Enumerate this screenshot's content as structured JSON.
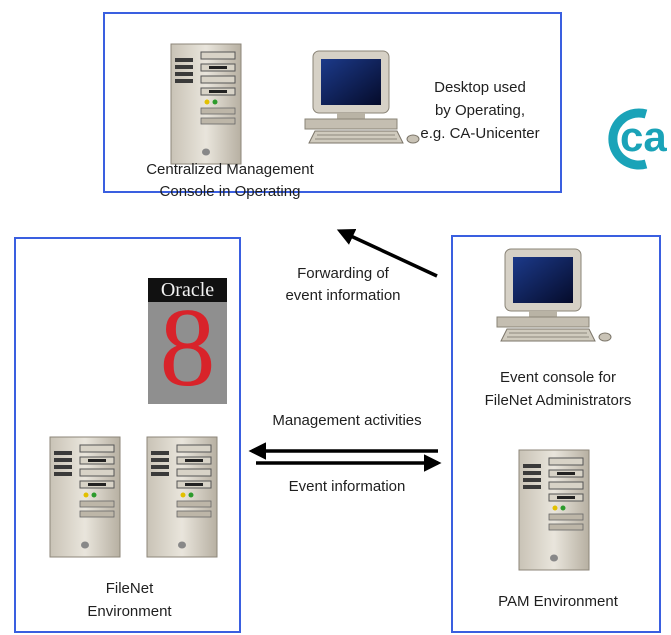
{
  "console_box": {
    "label_line1": "Centralized Management",
    "label_line2": "Console in Operating",
    "desktop_line1": "Desktop used",
    "desktop_line2": "by Operating,",
    "desktop_line3": "e.g. CA-Unicenter"
  },
  "logo": {
    "text": "ca"
  },
  "filenet_box": {
    "oracle_text": "Oracle",
    "oracle_version": "8",
    "label_line1": "FileNet",
    "label_line2": "Environment"
  },
  "pam_box": {
    "event_console_line1": "Event console for",
    "event_console_line2": "FileNet Administrators",
    "label": "PAM Environment"
  },
  "arrows": {
    "forwarding_line1": "Forwarding of",
    "forwarding_line2": "event information",
    "management": "Management activities",
    "event_info": "Event information"
  },
  "colors": {
    "box_border": "#3a5fe0",
    "oracle_red": "#d8232a",
    "logo_teal": "#1aa3b8"
  }
}
